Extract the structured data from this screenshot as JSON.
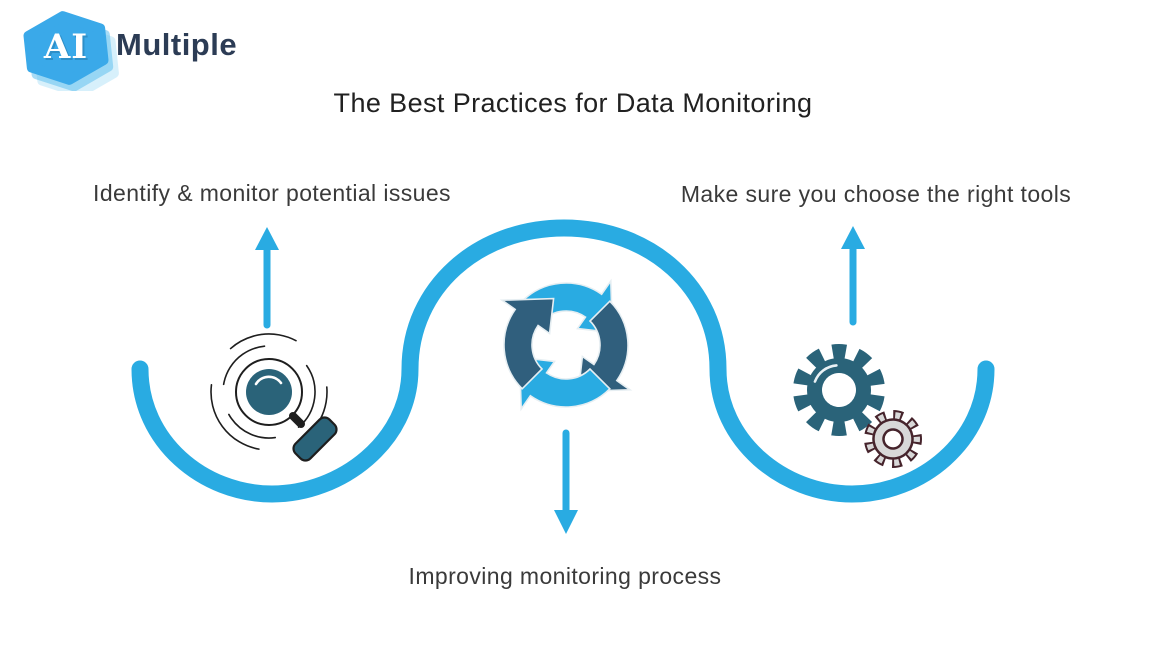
{
  "logo": {
    "hexagon_label": "AI",
    "brand_name": "Multiple"
  },
  "title": {
    "text": "The Best Practices for Data Monitoring"
  },
  "steps": {
    "left": {
      "label": "Identify & monitor potential issues",
      "icon": "magnifier-icon",
      "arrow_direction": "up"
    },
    "right": {
      "label": "Make sure you choose the right tools",
      "icon": "gears-icon",
      "arrow_direction": "up"
    },
    "bottom": {
      "label": "Improving monitoring process",
      "icon": "cycle-arrows-icon",
      "arrow_direction": "down"
    }
  },
  "colors": {
    "accent_blue": "#29ABE2",
    "icon_dark_teal": "#2A6379",
    "cycle_dark_blue": "#305F7D",
    "gear_outline_maroon": "#46242C",
    "gear_fill_gray": "#D8D8D8",
    "title_text": "#212121",
    "label_text": "#3A3A3A",
    "brand_navy": "#2C3C55",
    "background": "#FFFFFF"
  }
}
